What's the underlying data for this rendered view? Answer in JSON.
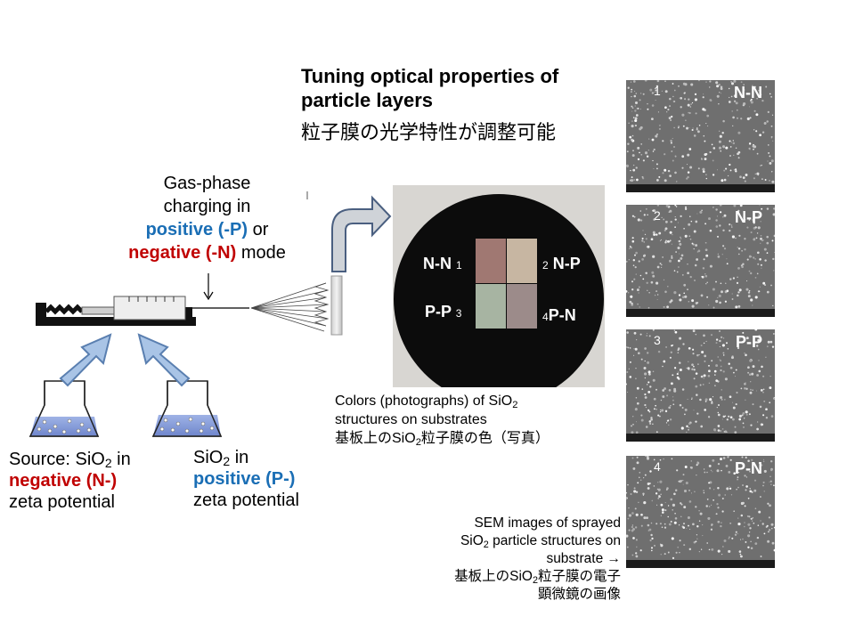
{
  "title": {
    "line1": "Tuning optical properties of",
    "line2": "particle layers",
    "jp": "粒子膜の光学特性が調整可能"
  },
  "charging": {
    "line1": "Gas-phase",
    "line2": "charging in",
    "positive": "positive (-P)",
    "or": " or",
    "negative": "negative (-N)",
    "mode": " mode"
  },
  "source_left": {
    "prefix": "Source: SiO",
    "sub": "2",
    "suffix": " in",
    "highlight": "negative (N-)",
    "tail": "zeta potential"
  },
  "source_right": {
    "prefix": "SiO",
    "sub": "2",
    "suffix": " in",
    "highlight": "positive (P-)",
    "tail": "zeta potential"
  },
  "photo_caption": {
    "line1_prefix": "Colors (photographs) of SiO",
    "line1_sub": "2",
    "line2": "structures on substrates",
    "jp_prefix": "基板上のSiO",
    "jp_sub": "2",
    "jp_suffix": "粒子膜の色（写真）"
  },
  "photo_labels": {
    "nn": "N-N",
    "nn_num": "1",
    "np": "N-P",
    "np_num": "2",
    "pp": "P-P",
    "pp_num": "3",
    "pn": "P-N",
    "pn_num": "4"
  },
  "sem_panels": [
    {
      "label": "N-N",
      "num": "1"
    },
    {
      "label": "N-P",
      "num": "2"
    },
    {
      "label": "P-P",
      "num": "3"
    },
    {
      "label": "P-N",
      "num": "4"
    }
  ],
  "sem_caption": {
    "line1": "SEM images of sprayed",
    "line2_prefix": "SiO",
    "line2_sub": "2",
    "line2_suffix": " particle structures on",
    "line3": "substrate →",
    "jp1_prefix": "基板上のSiO",
    "jp1_sub": "2",
    "jp1_suffix": "粒子膜の電子",
    "jp2": "顕微鏡の画像"
  },
  "colors": {
    "positive": "#1a6eb5",
    "negative": "#c00000",
    "arrow_fill": "#a9c4e6",
    "arrow_stroke": "#5a7fb0",
    "sem_bg": "#6f6f6f"
  }
}
